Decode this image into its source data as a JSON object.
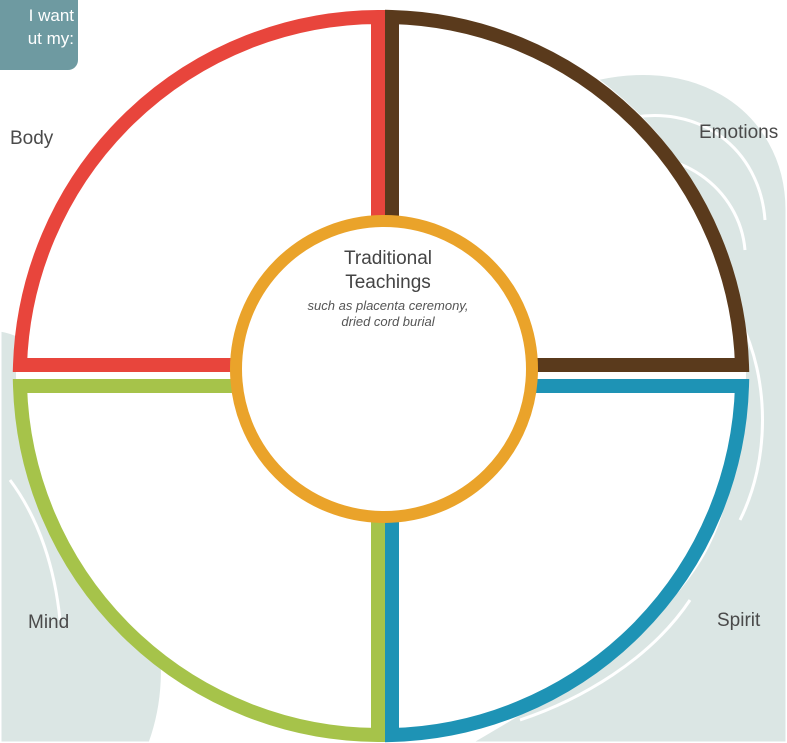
{
  "prompt_tab": {
    "line1": "I want",
    "line2": "ut my:"
  },
  "quadrants": {
    "body": "Body",
    "emotions": "Emotions",
    "mind": "Mind",
    "spirit": "Spirit"
  },
  "center": {
    "title_line1": "Traditional",
    "title_line2": "Teachings",
    "subtitle_line1": "such as placenta ceremony,",
    "subtitle_line2": "dried cord burial"
  },
  "colors": {
    "body": "#e8453c",
    "emotions": "#5a3a1c",
    "mind": "#a6c34a",
    "spirit": "#1e93b5",
    "center": "#eaa32a",
    "background_swirl": "#d9e5e3",
    "tab": "#6e9aa1"
  }
}
